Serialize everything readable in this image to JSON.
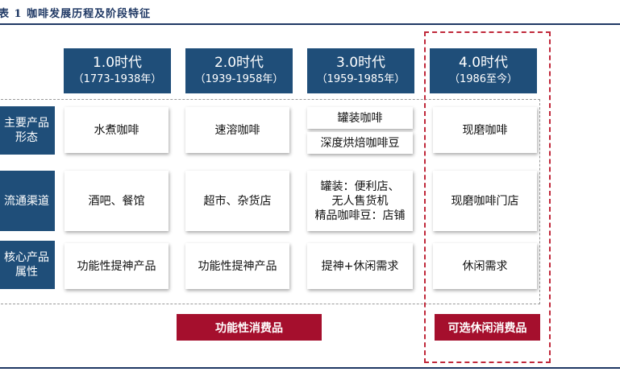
{
  "title": "表 1  咖啡发展历程及阶段特征",
  "eras": [
    {
      "name": "1.0时代",
      "years": "（1773-1938年）"
    },
    {
      "name": "2.0时代",
      "years": "（1939-1958年）"
    },
    {
      "name": "3.0时代",
      "years": "（1959-1985年）"
    },
    {
      "name": "4.0时代",
      "years": "（1986至今）"
    }
  ],
  "rows": [
    {
      "label_lines": [
        "主要产品",
        "形态"
      ]
    },
    {
      "label_lines": [
        "流通渠道"
      ]
    },
    {
      "label_lines": [
        "核心产品",
        "属性"
      ]
    }
  ],
  "cells": {
    "product": [
      "水煮咖啡",
      "速溶咖啡",
      "罐装咖啡",
      "深度烘焙咖啡豆",
      "现磨咖啡"
    ],
    "channel": [
      "酒吧、餐馆",
      "超市、杂货店",
      "罐装：便利店、",
      "无人售货机",
      "精品咖啡豆：店铺",
      "现磨咖啡门店"
    ],
    "attribute": [
      "功能性提神产品",
      "功能性提神产品",
      "提神+休闲需求",
      "休闲需求"
    ]
  },
  "tags": {
    "functional": "功能性消费品",
    "optional": "可选休闲消费品"
  },
  "colors": {
    "navy": "#1f4e79",
    "title_navy": "#1f3864",
    "red": "#a50f2d",
    "red_dash": "#c0283a"
  }
}
